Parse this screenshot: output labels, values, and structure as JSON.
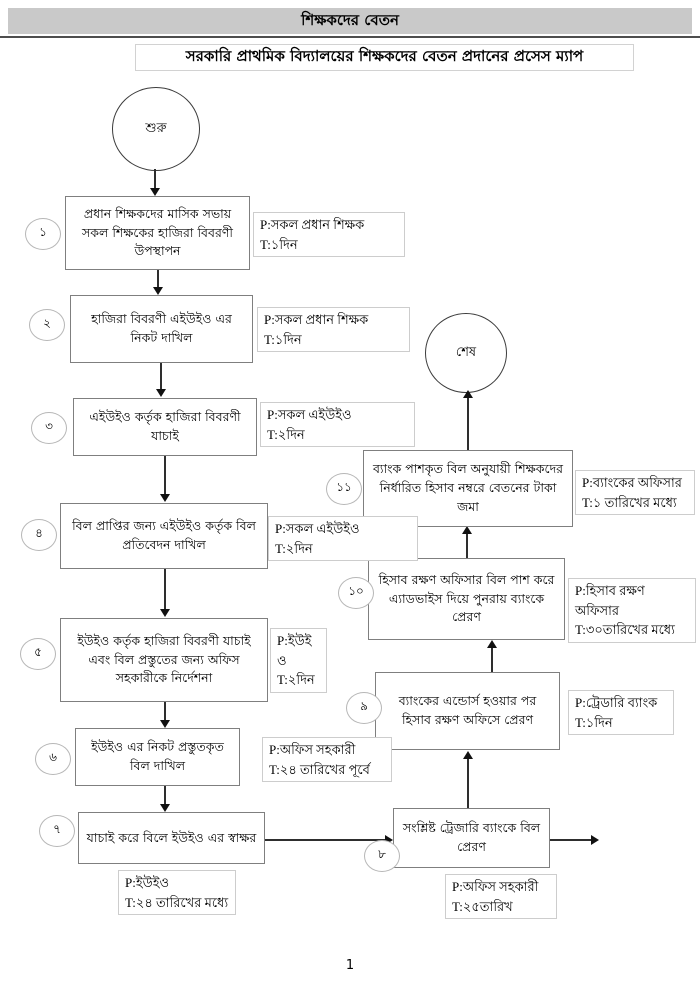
{
  "header": {
    "title": "শিক্ষকদের বেতন"
  },
  "subtitle": "সরকারি প্রাথমিক বিদ্যালয়ের শিক্ষকদের বেতন প্রদানের প্রসেস ম্যাপ",
  "terminals": {
    "start": "শুরু",
    "end": "শেষ"
  },
  "page_number": "1",
  "colors": {
    "header_bg": "#c9c9c9",
    "box_border": "#7f7f7f",
    "arrow": "#111111"
  },
  "steps": [
    {
      "num": "১",
      "label": "প্রধান শিক্ষকদের মাসিক সভায় সকল শিক্ষকের হাজিরা বিবরণী উপস্থাপন",
      "p": "P:সকল প্রধান শিক্ষক",
      "t": "T:১দিন"
    },
    {
      "num": "২",
      "label": "হাজিরা বিবরণী এইউইও এর নিকট দাখিল",
      "p": "P:সকল প্রধান শিক্ষক",
      "t": "T:১দিন"
    },
    {
      "num": "৩",
      "label": "এইউইও কর্তৃক হাজিরা বিবরণী যাচাই",
      "p": "P:সকল এইউইও",
      "t": "T:২দিন"
    },
    {
      "num": "৪",
      "label": "বিল প্রাপ্তির জন্য এইউইও কর্তৃক বিল প্রতিবেদন দাখিল",
      "p": "P:সকল এইউইও",
      "t": "T:২দিন"
    },
    {
      "num": "৫",
      "label": "ইউইও কর্তৃক হাজিরা বিবরণী যাচাই এবং বিল প্রস্তুতের জন্য অফিস সহকারীকে নির্দেশনা",
      "p": "P:ইউই ও",
      "t": "T:২দিন"
    },
    {
      "num": "৬",
      "label": "ইউইও এর নিকট প্রস্তুতকৃত বিল দাখিল",
      "p": "P:অফিস সহকারী",
      "t": "T:২৪ তারিখের পূর্বে"
    },
    {
      "num": "৭",
      "label": "যাচাই করে বিলে ইউইও এর স্বাক্ষর",
      "p": "P:ইউইও",
      "t": "T:২৪ তারিখের মধ্যে"
    },
    {
      "num": "৮",
      "label": "সংশ্লিষ্ট ট্রেজারি ব্যাংকে বিল প্রেরণ",
      "p": "P:অফিস সহকারী",
      "t": "T:২৫তারিখ"
    },
    {
      "num": "৯",
      "label": "ব্যাংকের এন্ডোর্স হওয়ার পর হিসাব রক্ষণ অফিসে প্রেরণ",
      "p": "P:ট্রেডারি ব্যাংক",
      "t": "T:১দিন"
    },
    {
      "num": "১০",
      "label": "হিসাব রক্ষণ অফিসার বিল পাশ করে এ্যাডভাইস দিয়ে পুনরায় ব্যাংকে প্রেরণ",
      "p": "P:হিসাব রক্ষণ অফিসার",
      "t": "T:৩০তারিখের মধ্যে"
    },
    {
      "num": "১১",
      "label": "ব্যাংক পাশকৃত বিল অনুযায়ী শিক্ষকদের নির্ধারিত হিসাব নম্বরে বেতনের টাকা জমা",
      "p": "P:ব্যাংকের অফিসার",
      "t": "T:১ তারিখের মধ্যে"
    }
  ]
}
